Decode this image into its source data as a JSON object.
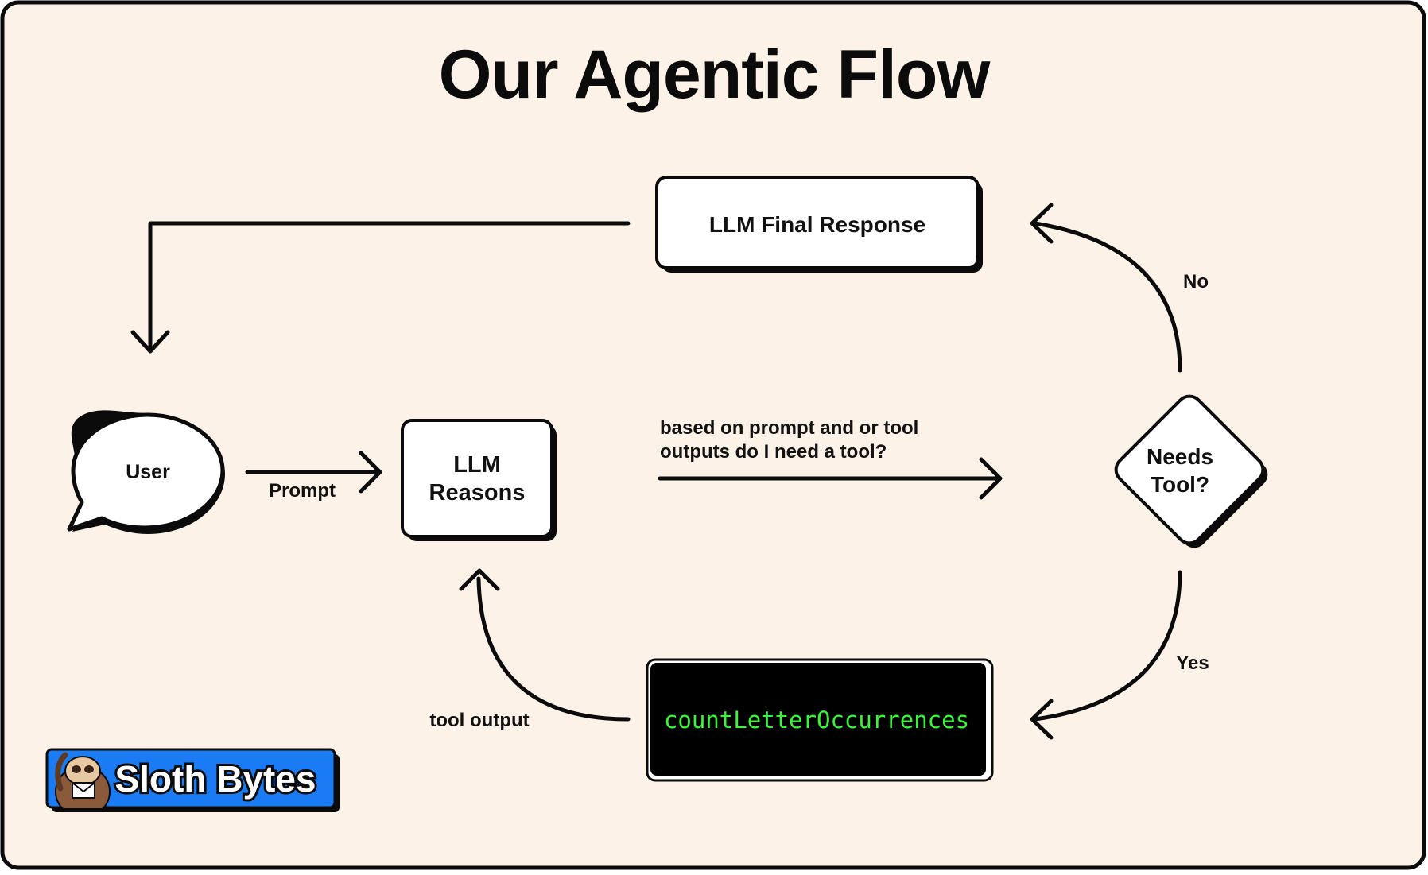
{
  "title": "Our Agentic Flow",
  "nodes": {
    "user": "User",
    "llm_reasons_line1": "LLM",
    "llm_reasons_line2": "Reasons",
    "needs_tool_line1": "Needs",
    "needs_tool_line2": "Tool?",
    "final_response": "LLM Final Response",
    "tool": "countLetterOccurrences"
  },
  "edges": {
    "prompt": "Prompt",
    "question_line1": "based on prompt and or tool",
    "question_line2": "outputs do I need a tool?",
    "no": "No",
    "yes": "Yes",
    "tool_output": "tool output"
  },
  "brand": {
    "name": "Sloth Bytes"
  },
  "colors": {
    "background": "#fdf2e7",
    "ink": "#0b0b0b",
    "terminal_bg": "#000000",
    "terminal_text": "#3df23d",
    "brand_blue": "#1a7bf2"
  }
}
